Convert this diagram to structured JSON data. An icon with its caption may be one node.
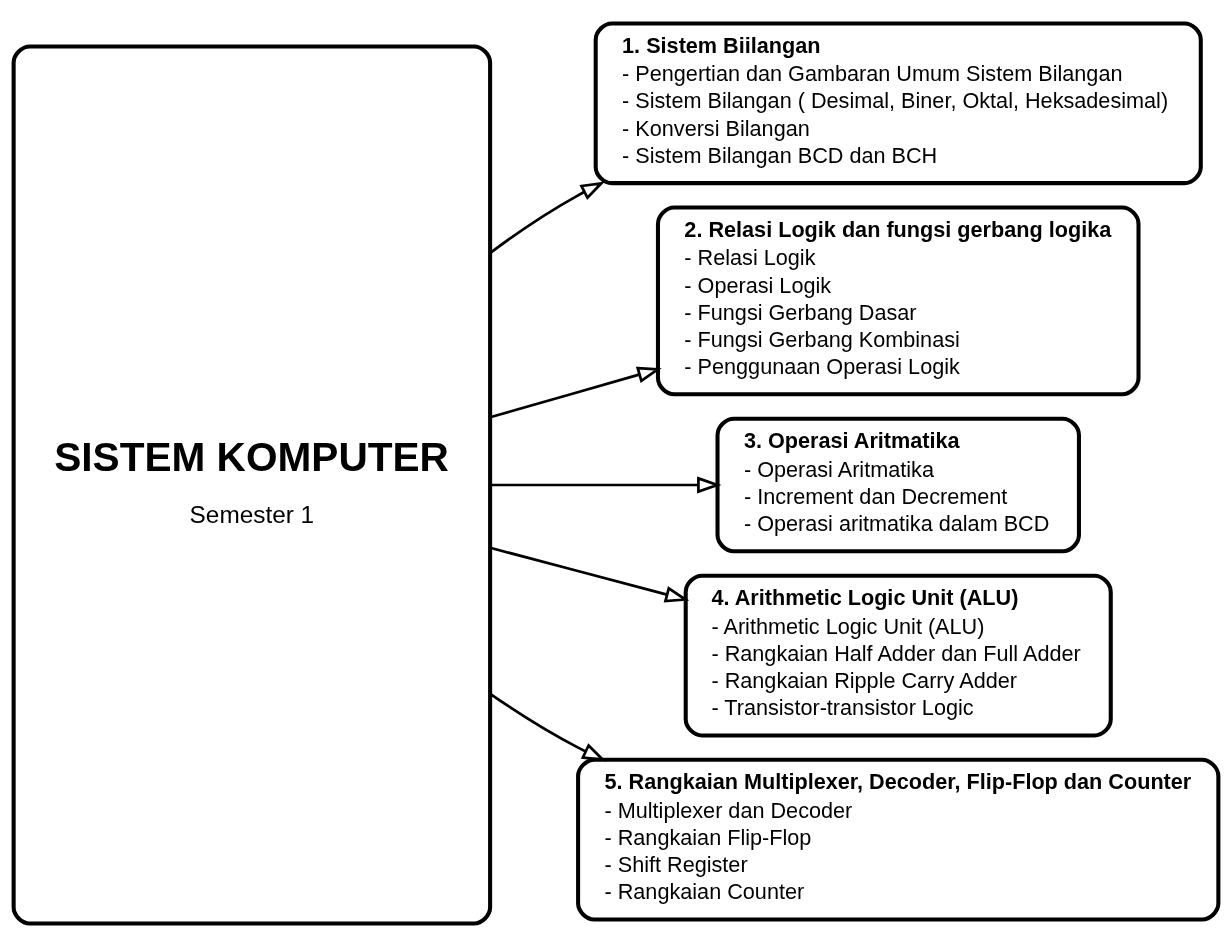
{
  "diagram": {
    "nodes": [
      {
        "text": [
          "SISTEM KOMPUTER",
          "Semester 1"
        ]
      },
      {
        "text": [
          "1. Sistem Biilangan",
          "- Pengertian dan Gambaran Umum Sistem Bilangan",
          "- Sistem Bilangan ( Desimal, Biner, Oktal, Heksadesimal)",
          "- Konversi Bilangan",
          "- Sistem Bilangan BCD dan BCH"
        ]
      },
      {
        "text": [
          "2. Relasi Logik dan fungsi gerbang logika",
          "- Relasi Logik",
          "- Operasi Logik",
          "- Fungsi Gerbang Dasar",
          "- Fungsi Gerbang Kombinasi",
          "- Penggunaan Operasi Logik"
        ]
      },
      {
        "text": [
          "3. Operasi Aritmatika",
          "- Operasi Aritmatika",
          "- Increment dan Decrement",
          "- Operasi aritmatika dalam BCD"
        ]
      },
      {
        "text": [
          "4. Arithmetic Logic Unit (ALU)",
          "- Arithmetic Logic Unit (ALU)",
          "- Rangkaian Half Adder dan Full Adder",
          "- Rangkaian Ripple Carry Adder",
          "- Transistor-transistor Logic"
        ]
      },
      {
        "text": [
          "5. Rangkaian Multiplexer, Decoder, Flip-Flop dan Counter",
          "- Multiplexer dan Decoder",
          "- Rangkaian Flip-Flop",
          "- Shift Register",
          "- Rangkaian Counter"
        ]
      }
    ],
    "edges": [
      {
        "from": 0,
        "to": 1,
        "arrow": "to"
      },
      {
        "from": 0,
        "to": 2,
        "arrow": "to"
      },
      {
        "from": 0,
        "to": 3,
        "arrow": "to"
      },
      {
        "from": 0,
        "to": 4,
        "arrow": "to"
      },
      {
        "from": 0,
        "to": 5,
        "arrow": "to"
      }
    ]
  }
}
